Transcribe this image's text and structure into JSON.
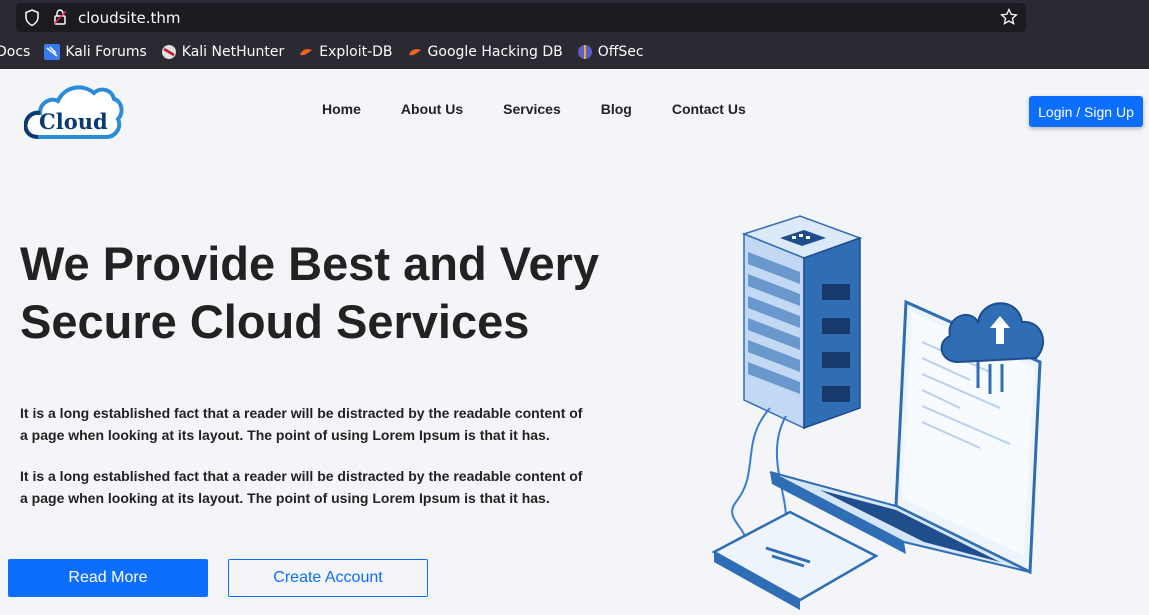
{
  "browser": {
    "url": "cloudsite.thm",
    "bookmarks": [
      {
        "label": "Docs",
        "icon": "docs-icon"
      },
      {
        "label": "Kali Forums",
        "icon": "kali-forums-icon"
      },
      {
        "label": "Kali NetHunter",
        "icon": "kali-nethunter-icon"
      },
      {
        "label": "Exploit-DB",
        "icon": "exploit-db-icon"
      },
      {
        "label": "Google Hacking DB",
        "icon": "ghdb-icon"
      },
      {
        "label": "OffSec",
        "icon": "offsec-icon"
      }
    ]
  },
  "site": {
    "logo_text": "Cloud",
    "nav": [
      "Home",
      "About Us",
      "Services",
      "Blog",
      "Contact Us"
    ],
    "login_label": "Login / Sign Up",
    "hero_title_line1": "We Provide Best and Very",
    "hero_title_line2": "Secure Cloud Services",
    "paragraph1": "It is a long established fact that a reader will be distracted by the readable content of a page when looking at its layout. The point of using Lorem Ipsum is that it has.",
    "paragraph2": "It is a long established fact that a reader will be distracted by the readable content of a page when looking at its layout. The point of using Lorem Ipsum is that it has.",
    "read_more_label": "Read More",
    "create_account_label": "Create Account"
  },
  "colors": {
    "accent": "#0d6efd",
    "chrome_bg": "#2b2a33",
    "page_bg": "#f3f5f9"
  }
}
